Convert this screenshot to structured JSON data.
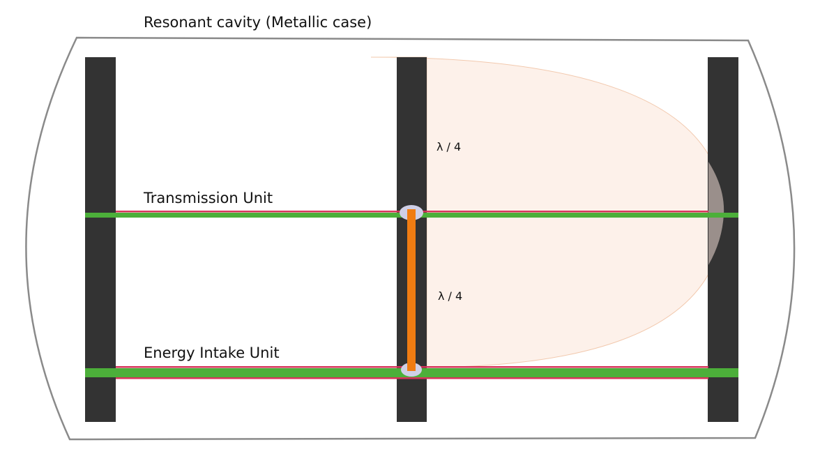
{
  "labels": {
    "case_title": "Resonant cavity (Metallic case)",
    "transmission_unit": "Transmission Unit",
    "energy_intake_unit": "Energy Intake Unit",
    "quarter_wave_upper": "λ / 4",
    "quarter_wave_lower": "λ / 4"
  },
  "colors": {
    "case_outline": "#8a8a8a",
    "pillar": "#333333",
    "bus_green": "#4caf3a",
    "bus_red": "#d6335a",
    "field_fill": "#fdf1ea",
    "field_edge": "#f2c9ae",
    "field_shadow": "#9a8f8b",
    "coupling_rod": "#f07c12",
    "joint": "#cfcfe6"
  }
}
